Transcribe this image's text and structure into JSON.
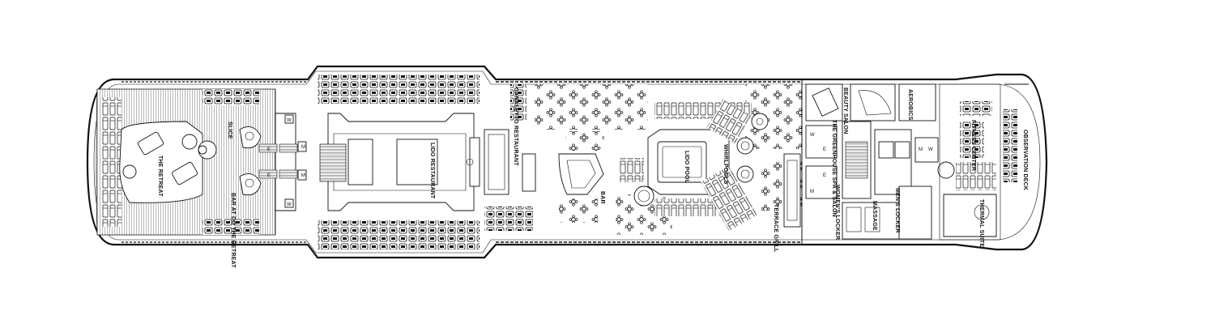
{
  "plan": {
    "labels": {
      "the_retreat": "THE RETREAT",
      "the_retreat_bar": "BAR AT DO THE RETREAT",
      "slice": "SLICE",
      "lido_restaurant": "LIDO RESTAURANT",
      "canaletto": "CANALETTO RESTAURANT",
      "bar": "BAR",
      "lido_pool": "LIDO POOL",
      "whirlpools": "WHIRLPOOLS",
      "terrace_grill": "TERRACE GRILL",
      "greenhouse_spa": "THE GREENHOUSE SPA & SALON",
      "beauty_salon": "BEAUTY SALON",
      "womens_locker": "WOMEN'S LOCKER",
      "massage": "MASSAGE",
      "mens_locker": "MEN'S LOCKER",
      "aerobics": "AEROBICS",
      "fitness_center": "FITNESS CENTER",
      "thermal_suite": "THERMAL SUITE",
      "observation_deck": "OBSERVATION DECK"
    },
    "restroom_markers": [
      "W",
      "M",
      "E"
    ]
  }
}
